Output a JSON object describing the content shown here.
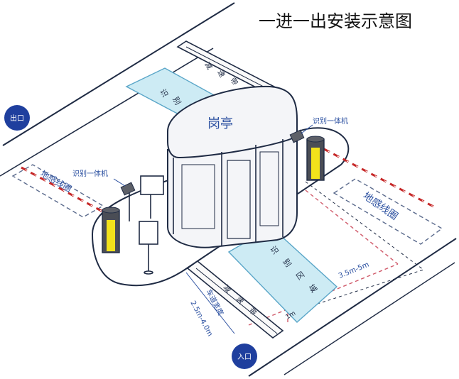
{
  "title": "一进一出安装示意图",
  "booth_label": "岗亭",
  "exit_label": "出口",
  "entrance_label": "入口",
  "recognition_top": "识别区域",
  "recognition_bottom": "识别区域",
  "recognizer_left": "识别一体机",
  "recognizer_right": "识别一体机",
  "loop_left": "地感线圈",
  "loop_right": "地感线圈",
  "speed_bump_top": "减速带",
  "speed_bump_bottom": "减速带",
  "lane_width": "车道宽度",
  "lane_width_range": "2.5m-4.0m",
  "distance_label": "3.5m-5m",
  "one_meter": "1m",
  "colors": {
    "line": "#1f2b44",
    "booth_fill": "#f4f5f8",
    "zone_fill": "#cdebf4",
    "zone_stroke": "#5aa6c8",
    "accent_text": "#2a4fa0",
    "badge": "#1f3f9e",
    "gate_yellow": "#f2e21b",
    "gate_body": "#4a4d55",
    "arm_red": "#c62828",
    "dash_red": "#d05a6a"
  },
  "icons": [
    "camera-icon",
    "barrier-gate-icon",
    "sign-post-icon"
  ]
}
